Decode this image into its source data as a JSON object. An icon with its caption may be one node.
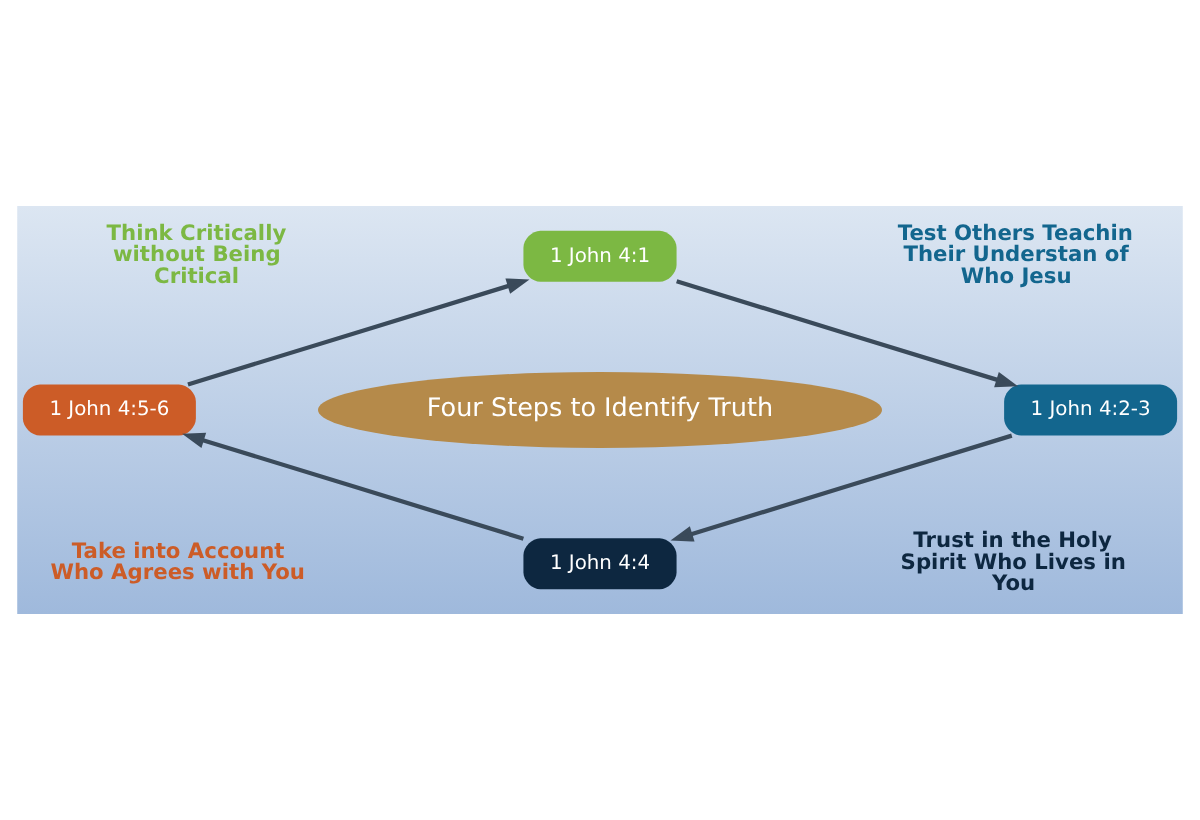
{
  "diagram": {
    "nodes": [
      {
        "text": [
          "Four Steps to Identify Truth"
        ]
      },
      {
        "text": [
          "1 John 4:1"
        ]
      },
      {
        "text": [
          "1 John 4:2-3"
        ]
      },
      {
        "text": [
          "1 John 4:4"
        ]
      },
      {
        "text": [
          "1 John 4:5-6"
        ]
      }
    ],
    "edges": [
      {
        "from": 1,
        "to": 2,
        "arrow": "to"
      },
      {
        "from": 2,
        "to": 3,
        "arrow": "to"
      },
      {
        "from": 3,
        "to": 4,
        "arrow": "to"
      },
      {
        "from": 4,
        "to": 1,
        "arrow": "to"
      }
    ],
    "labels": [
      "Think Critically without Being Critical",
      "Test Others Teachin Their Understan of Who Jesu",
      "Take into Account Who Agrees with You",
      "Trust in the Holy Spirit Who Lives in You"
    ]
  }
}
